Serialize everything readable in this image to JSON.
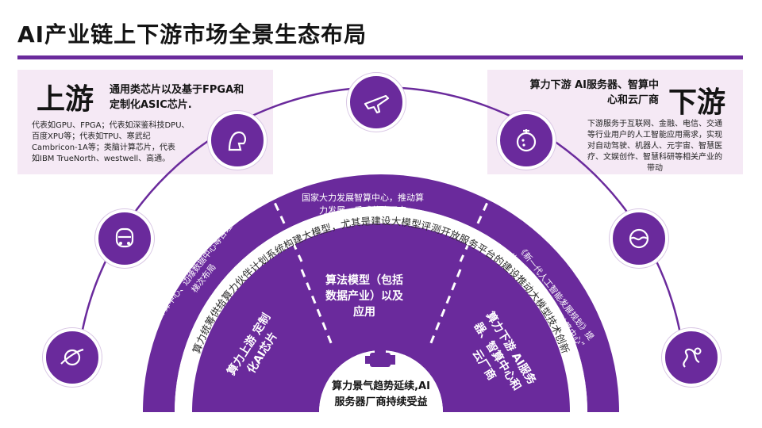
{
  "title": "AI产业链上下游市场全景生态布局",
  "colors": {
    "primary": "#6a2a9c",
    "panel": "#f5e9f5",
    "light": "#8a4fbb"
  },
  "upstream": {
    "big": "上游",
    "head_line1": "通用类芯片以及基于FPGA和",
    "head_line2": "定制化ASIC芯片.",
    "body_lines": [
      "代表如GPU、FPGA；代表如深鉴科技DPU、",
      "百度XPU等；代表如TPU、寒武纪",
      "Cambricon-1A等；类脑计算芯片，代表",
      "如IBM TrueNorth、westwell、高通。"
    ]
  },
  "downstream": {
    "big": "下游",
    "head_line1": "算力下游 AI服务器、智算中",
    "head_line2": "心和云厂商",
    "body_lines": [
      "下游服务于互联网、金融、电信、交通",
      "等行业用户的人工智能应用需求，实现",
      "对自动驾驶、机器人、元宇宙、智慧医",
      "疗、文娱创作、智慧科研等相关产业的",
      "带动"
    ]
  },
  "arc": {
    "top_line1": "国家大力发展智算中心，推动算",
    "top_line2": "力发展，反哺芯片厂商",
    "left_line1": "通用数据中心、超算中心、智能",
    "left_line2": "计算中心、边缘数据中心等合理",
    "left_line3": "梯次布局",
    "right_line1": "《新一代人工智能发展规划》提",
    "right_line2": "出“建立人工智能超级计算中心”",
    "band": "算力统筹供给算力伙伴计划系统构建大模型，尤其是建设大模型评测开放服务平台的建设推动大模型技术创新",
    "inner_left_line1": "算力上游 定制",
    "inner_left_line2": "化AI芯片",
    "inner_mid_line1": "算法模型（包括",
    "inner_mid_line2": "数据产业）以及",
    "inner_mid_line3": "应用",
    "inner_right_line1": "算力下游 AI服务",
    "inner_right_line2": "器、智算中心和",
    "inner_right_line3": "云厂商"
  },
  "center": {
    "line1": "算力景气趋势延续,AI",
    "line2": "服务器厂商持续受益"
  },
  "icons": [
    "rocket-icon",
    "robot-icon",
    "plane-icon",
    "fruit-icon",
    "food-icon",
    "route-icon",
    "engine-icon",
    "cloud-icon"
  ]
}
